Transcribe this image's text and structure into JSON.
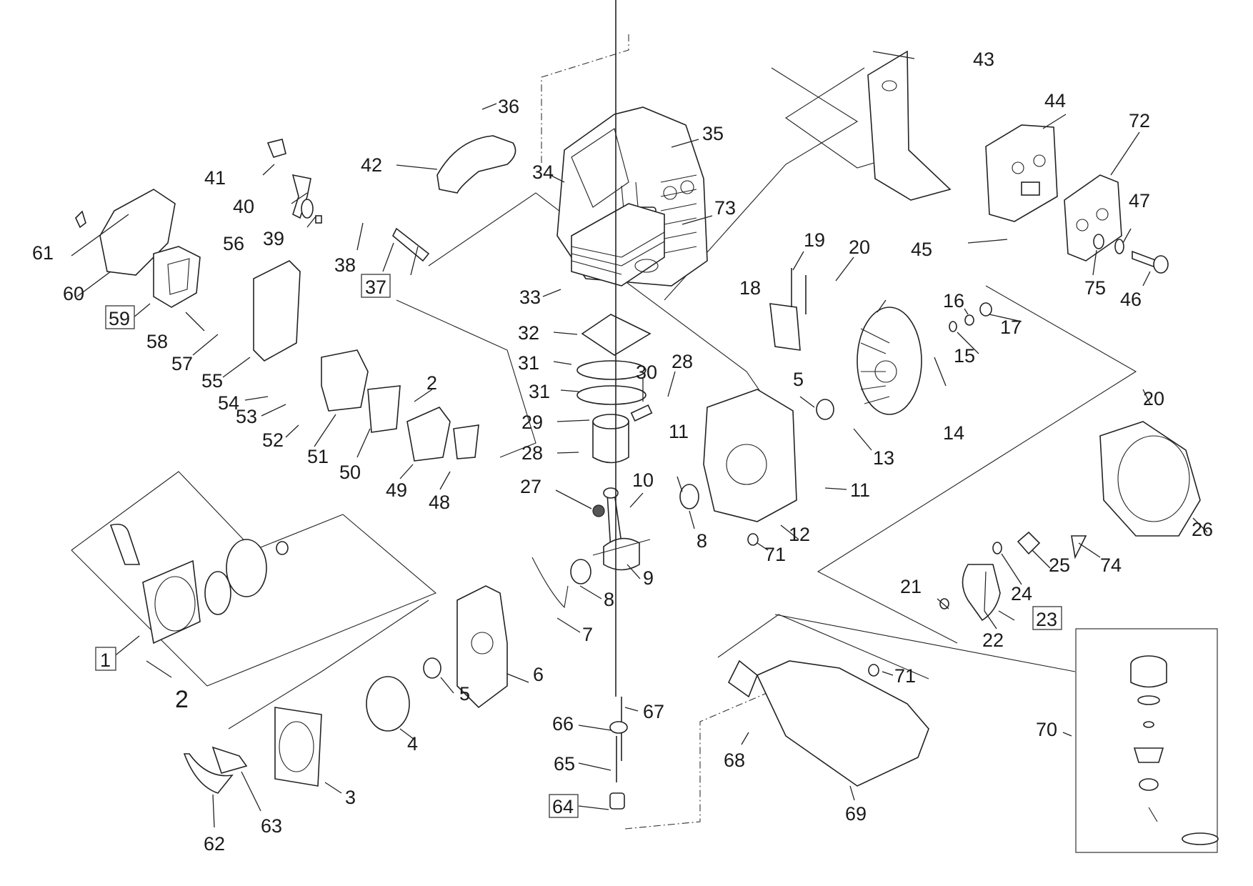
{
  "diagram": {
    "type": "exploded-parts-view",
    "subject": "2-stroke engine assembly",
    "labels": [
      {
        "id": "lbl-1",
        "text": "1",
        "boxed": true
      },
      {
        "id": "lbl-2a",
        "text": "2",
        "boxed": false
      },
      {
        "id": "lbl-2b",
        "text": "2",
        "boxed": false
      },
      {
        "id": "lbl-3",
        "text": "3",
        "boxed": false
      },
      {
        "id": "lbl-4",
        "text": "4",
        "boxed": false
      },
      {
        "id": "lbl-5a",
        "text": "5",
        "boxed": false
      },
      {
        "id": "lbl-5b",
        "text": "5",
        "boxed": false
      },
      {
        "id": "lbl-6",
        "text": "6",
        "boxed": false
      },
      {
        "id": "lbl-7",
        "text": "7",
        "boxed": false
      },
      {
        "id": "lbl-8a",
        "text": "8",
        "boxed": false
      },
      {
        "id": "lbl-8b",
        "text": "8",
        "boxed": false
      },
      {
        "id": "lbl-9",
        "text": "9",
        "boxed": false
      },
      {
        "id": "lbl-10",
        "text": "10",
        "boxed": false
      },
      {
        "id": "lbl-11a",
        "text": "11",
        "boxed": false
      },
      {
        "id": "lbl-11b",
        "text": "11",
        "boxed": false
      },
      {
        "id": "lbl-12",
        "text": "12",
        "boxed": false
      },
      {
        "id": "lbl-13",
        "text": "13",
        "boxed": false
      },
      {
        "id": "lbl-14",
        "text": "14",
        "boxed": false
      },
      {
        "id": "lbl-15",
        "text": "15",
        "boxed": false
      },
      {
        "id": "lbl-16",
        "text": "16",
        "boxed": false
      },
      {
        "id": "lbl-17",
        "text": "17",
        "boxed": false
      },
      {
        "id": "lbl-18",
        "text": "18",
        "boxed": false
      },
      {
        "id": "lbl-19",
        "text": "19",
        "boxed": false
      },
      {
        "id": "lbl-20a",
        "text": "20",
        "boxed": false
      },
      {
        "id": "lbl-20b",
        "text": "20",
        "boxed": false
      },
      {
        "id": "lbl-21",
        "text": "21",
        "boxed": false
      },
      {
        "id": "lbl-22",
        "text": "22",
        "boxed": false
      },
      {
        "id": "lbl-23",
        "text": "23",
        "boxed": true
      },
      {
        "id": "lbl-24",
        "text": "24",
        "boxed": false
      },
      {
        "id": "lbl-25",
        "text": "25",
        "boxed": false
      },
      {
        "id": "lbl-26",
        "text": "26",
        "boxed": false
      },
      {
        "id": "lbl-27",
        "text": "27",
        "boxed": false
      },
      {
        "id": "lbl-28a",
        "text": "28",
        "boxed": false
      },
      {
        "id": "lbl-28b",
        "text": "28",
        "boxed": false
      },
      {
        "id": "lbl-29",
        "text": "29",
        "boxed": false
      },
      {
        "id": "lbl-30",
        "text": "30",
        "boxed": false
      },
      {
        "id": "lbl-31a",
        "text": "31",
        "boxed": false
      },
      {
        "id": "lbl-31b",
        "text": "31",
        "boxed": false
      },
      {
        "id": "lbl-32",
        "text": "32",
        "boxed": false
      },
      {
        "id": "lbl-33",
        "text": "33",
        "boxed": false
      },
      {
        "id": "lbl-34",
        "text": "34",
        "boxed": false
      },
      {
        "id": "lbl-35",
        "text": "35",
        "boxed": false
      },
      {
        "id": "lbl-36",
        "text": "36",
        "boxed": false
      },
      {
        "id": "lbl-37",
        "text": "37",
        "boxed": true
      },
      {
        "id": "lbl-38",
        "text": "38",
        "boxed": false
      },
      {
        "id": "lbl-39",
        "text": "39",
        "boxed": false
      },
      {
        "id": "lbl-40",
        "text": "40",
        "boxed": false
      },
      {
        "id": "lbl-41",
        "text": "41",
        "boxed": false
      },
      {
        "id": "lbl-42",
        "text": "42",
        "boxed": false
      },
      {
        "id": "lbl-43",
        "text": "43",
        "boxed": false
      },
      {
        "id": "lbl-44",
        "text": "44",
        "boxed": false
      },
      {
        "id": "lbl-45",
        "text": "45",
        "boxed": false
      },
      {
        "id": "lbl-46",
        "text": "46",
        "boxed": false
      },
      {
        "id": "lbl-47",
        "text": "47",
        "boxed": false
      },
      {
        "id": "lbl-48",
        "text": "48",
        "boxed": false
      },
      {
        "id": "lbl-49",
        "text": "49",
        "boxed": false
      },
      {
        "id": "lbl-50",
        "text": "50",
        "boxed": false
      },
      {
        "id": "lbl-51",
        "text": "51",
        "boxed": false
      },
      {
        "id": "lbl-52",
        "text": "52",
        "boxed": false
      },
      {
        "id": "lbl-53",
        "text": "53",
        "boxed": false
      },
      {
        "id": "lbl-54",
        "text": "54",
        "boxed": false
      },
      {
        "id": "lbl-55",
        "text": "55",
        "boxed": false
      },
      {
        "id": "lbl-56",
        "text": "56",
        "boxed": false
      },
      {
        "id": "lbl-57",
        "text": "57",
        "boxed": false
      },
      {
        "id": "lbl-58",
        "text": "58",
        "boxed": false
      },
      {
        "id": "lbl-59",
        "text": "59",
        "boxed": true
      },
      {
        "id": "lbl-60",
        "text": "60",
        "boxed": false
      },
      {
        "id": "lbl-61",
        "text": "61",
        "boxed": false
      },
      {
        "id": "lbl-62",
        "text": "62",
        "boxed": false
      },
      {
        "id": "lbl-63",
        "text": "63",
        "boxed": false
      },
      {
        "id": "lbl-64",
        "text": "64",
        "boxed": true
      },
      {
        "id": "lbl-65",
        "text": "65",
        "boxed": false
      },
      {
        "id": "lbl-66",
        "text": "66",
        "boxed": false
      },
      {
        "id": "lbl-67",
        "text": "67",
        "boxed": false
      },
      {
        "id": "lbl-68",
        "text": "68",
        "boxed": false
      },
      {
        "id": "lbl-69",
        "text": "69",
        "boxed": false
      },
      {
        "id": "lbl-70",
        "text": "70",
        "boxed": false
      },
      {
        "id": "lbl-71a",
        "text": "71",
        "boxed": false
      },
      {
        "id": "lbl-71b",
        "text": "71",
        "boxed": false
      },
      {
        "id": "lbl-72",
        "text": "72",
        "boxed": false
      },
      {
        "id": "lbl-73",
        "text": "73",
        "boxed": false
      },
      {
        "id": "lbl-74",
        "text": "74",
        "boxed": false
      },
      {
        "id": "lbl-75",
        "text": "75",
        "boxed": false
      }
    ]
  }
}
